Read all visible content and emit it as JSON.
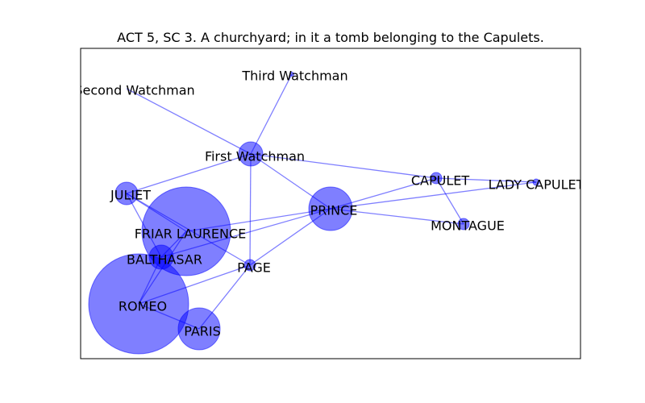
{
  "title": "ACT 5, SC 3. A churchyard; in it a tomb belonging to the Capulets.",
  "colors": {
    "node": "#0000ff",
    "edge": "#0000ff",
    "frame": "#000000"
  },
  "nodes": [
    {
      "id": "third_watchman",
      "label": "Third Watchman",
      "weight": 1
    },
    {
      "id": "second_watchman",
      "label": "Second Watchman",
      "weight": 0
    },
    {
      "id": "first_watchman",
      "label": "First Watchman",
      "weight": 4
    },
    {
      "id": "capulet",
      "label": "CAPULET",
      "weight": 1.5
    },
    {
      "id": "lady_capulet",
      "label": "LADY CAPULET",
      "weight": 0.8
    },
    {
      "id": "juliet",
      "label": "JULIET",
      "weight": 5
    },
    {
      "id": "prince",
      "label": "PRINCE",
      "weight": 20
    },
    {
      "id": "montague",
      "label": "MONTAGUE",
      "weight": 1.5
    },
    {
      "id": "friar_laurence",
      "label": "FRIAR LAURENCE",
      "weight": 80
    },
    {
      "id": "balthasar",
      "label": "BALTHASAR",
      "weight": 6
    },
    {
      "id": "page",
      "label": "PAGE",
      "weight": 1.5
    },
    {
      "id": "romeo",
      "label": "ROMEO",
      "weight": 100
    },
    {
      "id": "paris",
      "label": "PARIS",
      "weight": 18
    }
  ],
  "edges": [
    [
      "second_watchman",
      "first_watchman"
    ],
    [
      "third_watchman",
      "first_watchman"
    ],
    [
      "first_watchman",
      "juliet"
    ],
    [
      "first_watchman",
      "capulet"
    ],
    [
      "first_watchman",
      "prince"
    ],
    [
      "first_watchman",
      "page"
    ],
    [
      "capulet",
      "lady_capulet"
    ],
    [
      "capulet",
      "montague"
    ],
    [
      "capulet",
      "prince"
    ],
    [
      "prince",
      "lady_capulet"
    ],
    [
      "prince",
      "montague"
    ],
    [
      "prince",
      "friar_laurence"
    ],
    [
      "prince",
      "balthasar"
    ],
    [
      "prince",
      "page"
    ],
    [
      "juliet",
      "page"
    ],
    [
      "juliet",
      "balthasar"
    ],
    [
      "juliet",
      "friar_laurence"
    ],
    [
      "friar_laurence",
      "balthasar"
    ],
    [
      "friar_laurence",
      "romeo"
    ],
    [
      "balthasar",
      "romeo"
    ],
    [
      "romeo",
      "paris"
    ],
    [
      "romeo",
      "page"
    ],
    [
      "paris",
      "page"
    ]
  ]
}
